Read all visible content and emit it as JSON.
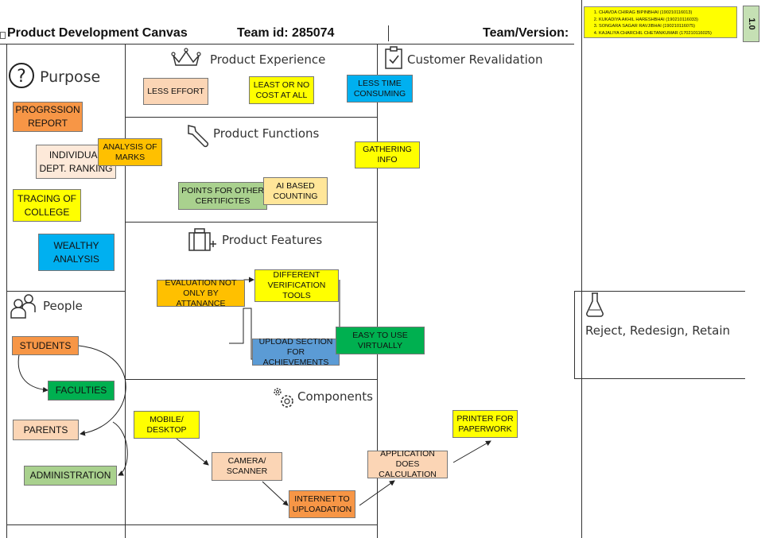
{
  "header": {
    "title": "Product Development Canvas",
    "team_id": "Team id: 285074",
    "team_version": "Team/Version:",
    "version": "1.0"
  },
  "team_members": [
    "CHAVDA CHIRAG BIPINBHAI (190210116013)",
    "KUKADIYA AKHIL HARESHBHAI (190210116033)",
    "SONGARA SAGAR RAVJIBHAI (190210116075)",
    "KAJALIYA CHARCHIL CHETANKUMAR (170210116025)"
  ],
  "sections": {
    "purpose": "Purpose",
    "people": "People",
    "product_experience": "Product Experience",
    "product_functions": "Product Functions",
    "product_features": "Product Features",
    "components": "Components",
    "customer_revalidation": "Customer Revalidation",
    "reject": "Reject, Redesign, Retain"
  },
  "notes": {
    "purpose": {
      "progression": "PROGRSSION REPORT",
      "individual": "INDIVIDUAL DEPT. RANKING",
      "analysis": "ANALYSIS OF MARKS",
      "tracing": "TRACING OF COLLEGE",
      "wealthy": "WEALTHY ANALYSIS"
    },
    "people": {
      "students": "STUDENTS",
      "faculties": "FACULTIES",
      "parents": "PARENTS",
      "administration": "ADMINISTRATION"
    },
    "experience": {
      "less_effort": "LESS EFFORT",
      "least_cost": "LEAST OR NO COST AT ALL",
      "less_time": "LESS TIME CONSUMING"
    },
    "functions": {
      "points": "POINTS FOR OTHER CERTIFICTES",
      "ai": "AI BASED COUNTING"
    },
    "revalidation": {
      "gathering": "GATHERING INFO"
    },
    "features": {
      "evaluation": "EVALUATION NOT ONLY BY ATTANANCE",
      "verification": "DIFFERENT VERIFICATION TOOLS",
      "upload": "UPLOAD SECTION FOR ACHIEVEMENTS",
      "easy": "EASY TO USE VIRTUALLY"
    },
    "components": {
      "mobile": "MOBILE/ DESKTOP",
      "camera": "CAMERA/ SCANNER",
      "internet": "INTERNET TO UPLOADATION",
      "application": "APPLICATION DOES CALCULATION",
      "printer": "PRINTER FOR PAPERWORK"
    }
  },
  "icons": [
    "question-circle-icon",
    "people-icon",
    "crown-icon",
    "wrench-icon",
    "toolbox-icon",
    "gears-icon",
    "clipboard-check-icon",
    "flask-icon"
  ],
  "colors": {
    "orange": "#f79646",
    "peach": "#fbd5b5",
    "yellow": "#ffff00",
    "blue": "#00b0f0",
    "amber": "#ffc000",
    "green": "#00b050",
    "light_green": "#a9d18e",
    "light_yellow": "#ffe699",
    "light_peach": "#fde9d9",
    "steel_blue": "#5b9bd5",
    "version_green": "#c5e0b4"
  }
}
